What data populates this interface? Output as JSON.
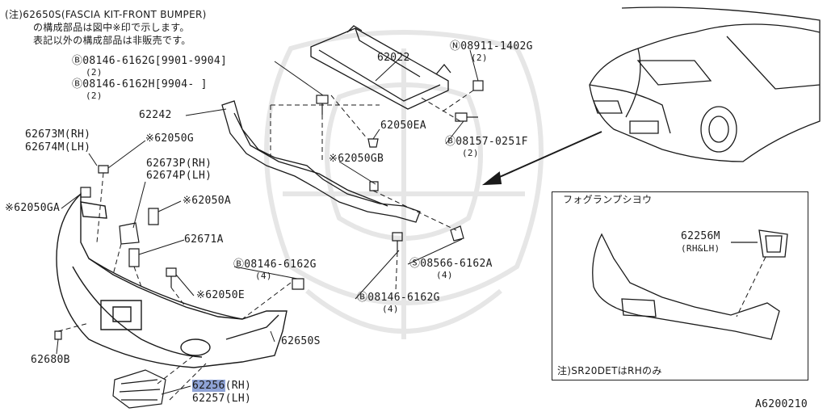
{
  "header": {
    "line1": "(注)62650S(FASCIA KIT-FRONT BUMPER)",
    "line2": "の構成部品は図中※印で示します。",
    "line3": "表記以外の構成部品は非販売です。"
  },
  "labels": {
    "b08146_6162G_range": "Ⓑ08146-6162G[9901-9904]",
    "b08146_6162G_qty": "(2)",
    "b08146_6162H_range": "Ⓑ08146-6162H[9904-      ]",
    "b08146_6162H_qty": "(2)",
    "n08911": "Ⓝ08911-1402G",
    "n08911_qty": "(2)",
    "p62022": "62022",
    "p62242": "62242",
    "p62050EA": "62050EA",
    "b08157": "Ⓑ08157-0251F",
    "b08157_qty": "(2)",
    "p62673M": "62673M(RH)",
    "p62674M": "62674M(LH)",
    "p62050G": "※62050G",
    "p62673P": "62673P(RH)",
    "p62674P": "62674P(LH)",
    "p62050GB": "※62050GB",
    "p62050GA": "※62050GA",
    "p62050A": "※62050A",
    "p62671A": "62671A",
    "b08146_6162G_mid": "Ⓑ08146-6162G",
    "b08146_6162G_mid_qty": "(4)",
    "p62050E": "※62050E",
    "s08566": "Ⓢ08566-6162A",
    "s08566_qty": "(4)",
    "b08146_6162G_low": "Ⓑ08146-6162G",
    "b08146_6162G_low_qty": "(4)",
    "p62650S": "62650S",
    "p62680B": "62680B",
    "p62256_num": "62256",
    "p62256_side": "(RH)",
    "p62257": "62257(LH)"
  },
  "inset": {
    "title": "フォグランプシヨウ",
    "part": "62256M",
    "part_side": "(RH&LH)",
    "note": "注)SR20DETはRHのみ"
  },
  "footer": {
    "diagram_id": "A6200210"
  },
  "colors": {
    "line": "#1a1a1a",
    "highlight": "#8fa3d6",
    "watermark": "#e6e6e6"
  }
}
